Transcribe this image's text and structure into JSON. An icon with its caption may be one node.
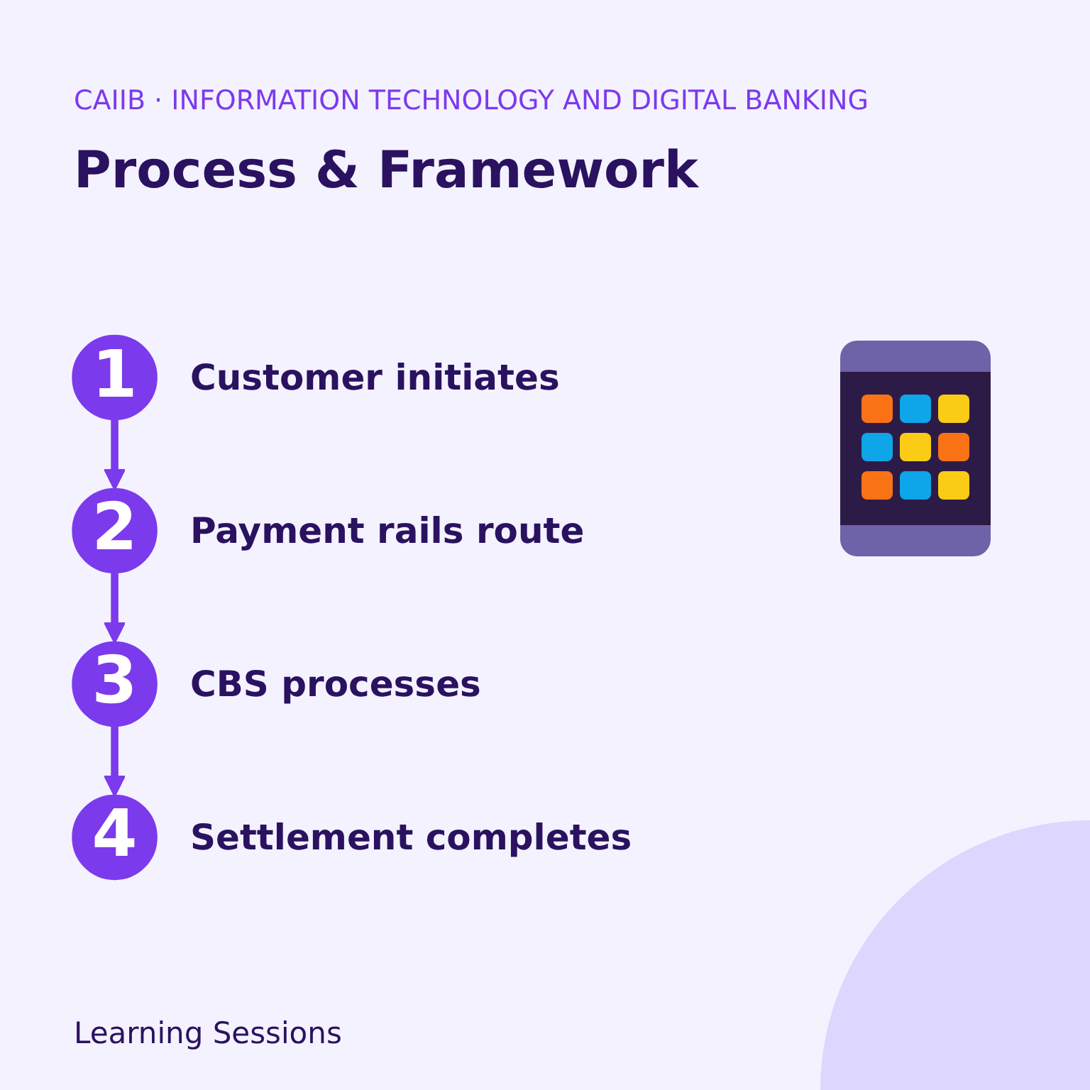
{
  "diagram": {
    "title": "Process & Framework",
    "nodes": [
      {
        "text": [
          "1"
        ],
        "beside": [
          "Customer initiates"
        ]
      },
      {
        "text": [
          "2"
        ],
        "beside": [
          "Payment rails route"
        ]
      },
      {
        "text": [
          "3"
        ],
        "beside": [
          "CBS processes"
        ]
      },
      {
        "text": [
          "4"
        ],
        "beside": [
          "Settlement completes"
        ]
      }
    ],
    "edges": [
      {
        "from": 0,
        "to": 1,
        "arrow": "to"
      },
      {
        "from": 1,
        "to": 2,
        "arrow": "to"
      },
      {
        "from": 2,
        "to": 3,
        "arrow": "to"
      }
    ],
    "labels": [
      "CAIIB · INFORMATION TECHNOLOGY AND DIGITAL BANKING",
      "Learning Sessions"
    ]
  }
}
